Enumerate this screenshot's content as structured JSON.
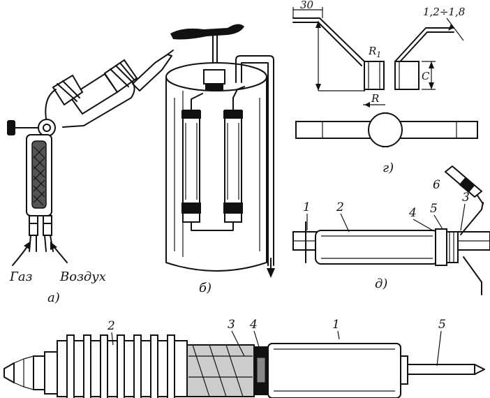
{
  "panel_a": {
    "caption": "а)",
    "gas_label": "Газ",
    "air_label": "Воздух"
  },
  "panel_b": {
    "caption": "б)"
  },
  "panel_g": {
    "caption": "г)",
    "dim_width": "30",
    "dim_thickness": "1,2÷1,8",
    "dim_r1": "R",
    "dim_r1_sub": "1",
    "dim_r": "R",
    "dim_c": "C"
  },
  "panel_d": {
    "caption": "д)",
    "part_labels": [
      "1",
      "2",
      "3",
      "4",
      "5",
      "6"
    ]
  },
  "bottom_assembly": {
    "part_labels": [
      "1",
      "2",
      "3",
      "4",
      "5"
    ]
  }
}
